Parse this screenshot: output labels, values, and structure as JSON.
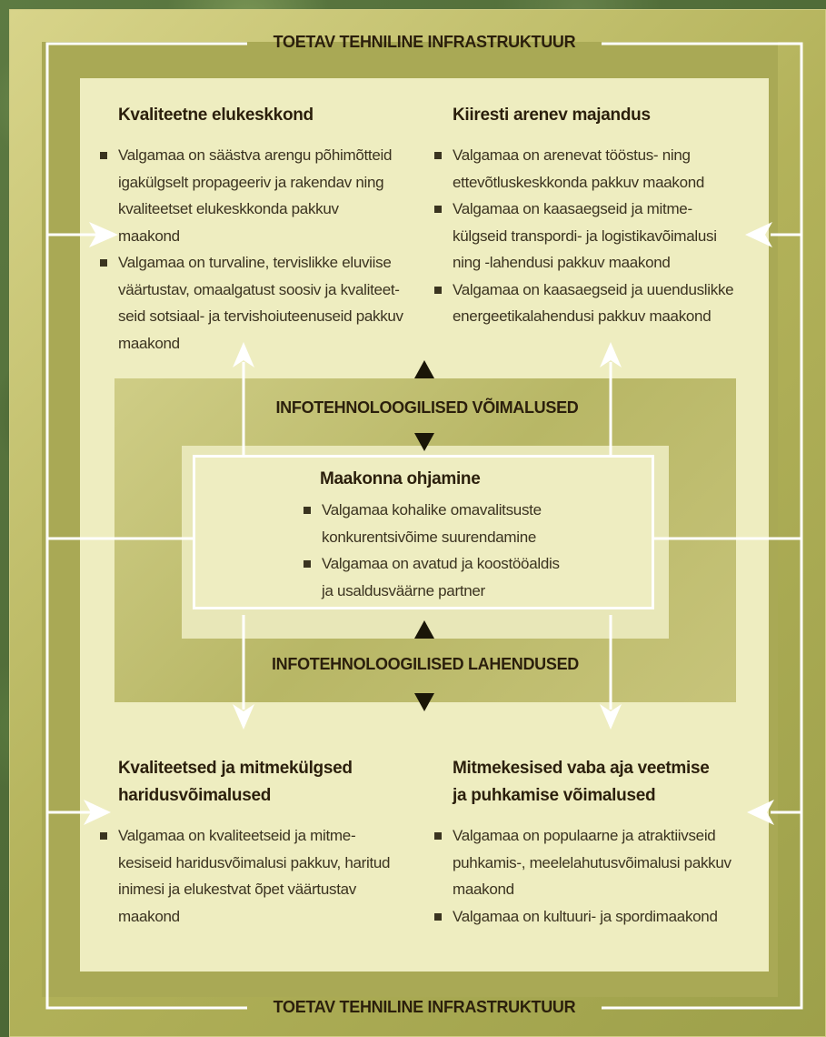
{
  "frame_label_top": "TOETAV TEHNILINE INFRASTRUKTUUR",
  "frame_label_bottom": "TOETAV TEHNILINE INFRASTRUKTUUR",
  "it_opportunities_label": "INFOTEHNOLOOGILISED VÕIMALUSED",
  "it_solutions_label": "INFOTEHNOLOOGILISED LAHENDUSED",
  "quadrants": {
    "top_left": {
      "title": "Kvaliteetne elukeskkond",
      "items": [
        [
          "Valgamaa on säästva arengu põhimõtteid",
          "igakülgselt propageeriv ja rakendav ning",
          "kvaliteetset elukeskkonda pakkuv",
          "maakond"
        ],
        [
          "Valgamaa on turvaline, tervislikke eluviise",
          "väärtustav, omaalgatust soosiv ja kvaliteet-",
          "seid sotsiaal- ja tervishoiuteenuseid pakkuv",
          "maakond"
        ]
      ]
    },
    "top_right": {
      "title": "Kiiresti arenev majandus",
      "items": [
        [
          "Valgamaa on arenevat tööstus- ning",
          "ettevõtluskeskkonda pakkuv maakond"
        ],
        [
          "Valgamaa on kaasaegseid ja mitme-",
          "külgseid transpordi- ja logistikavõimalusi",
          "ning -lahendusi pakkuv maakond"
        ],
        [
          "Valgamaa on kaasaegseid ja uuenduslikke",
          "energeetikalahendusi pakkuv maakond"
        ]
      ]
    },
    "bottom_left": {
      "title_lines": [
        "Kvaliteetsed ja mitmekülgsed",
        "haridusvõimalused"
      ],
      "items": [
        [
          "Valgamaa on kvaliteetseid ja mitme-",
          "kesiseid haridusvõimalusi pakkuv, haritud",
          "inimesi ja elukestvat õpet väärtustav",
          "maakond"
        ]
      ]
    },
    "bottom_right": {
      "title_lines": [
        "Mitmekesised vaba aja veetmise",
        "ja puhkamise võimalused"
      ],
      "items": [
        [
          "Valgamaa on populaarne ja atraktiivseid",
          "puhkamis-, meelelahutusvõimalusi pakkuv",
          "maakond"
        ],
        [
          "Valgamaa on kultuuri- ja spordimaakond"
        ]
      ]
    }
  },
  "center": {
    "title": "Maakonna ohjamine",
    "items": [
      [
        "Valgamaa kohalike omavalitsuste",
        "konkurentsivõime suurendamine"
      ],
      [
        "Valgamaa on avatud ja koostööaldis",
        "ja usaldusväärne partner"
      ]
    ]
  },
  "colors": {
    "frame": "#b3b25a",
    "inner_panel": "#eeedc0",
    "arrow": "#ffffff",
    "text": "#2b1f0c"
  }
}
